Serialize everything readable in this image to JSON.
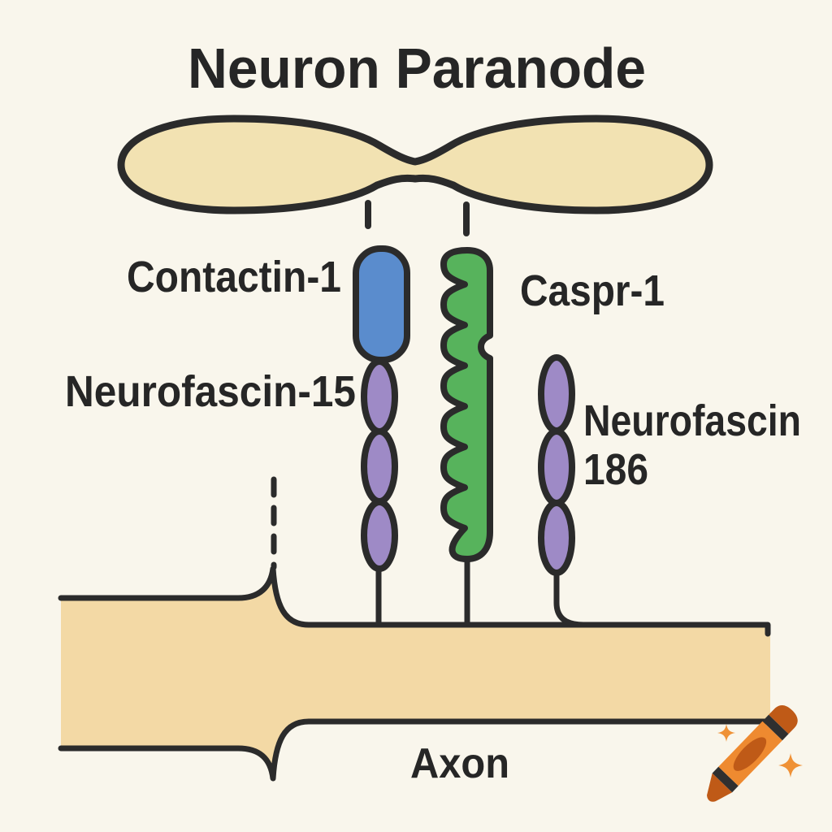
{
  "title": "Neuron Paranode",
  "labels": {
    "contactin1": "Contactin-1",
    "neurofascin155": "Neurofascin-15",
    "caspr1": "Caspr-1",
    "neurofascin186_line1": "Neurofascin",
    "neurofascin186_line2": "186",
    "axon": "Axon"
  },
  "colors": {
    "background": "#f9f6ec",
    "outline": "#2b2b2b",
    "text": "#262626",
    "myelin_fill": "#f2e2b2",
    "axon_fill": "#f3d9a5",
    "contactin_fill": "#5a8ccd",
    "caspr_fill": "#57b35c",
    "neurofascin_fill": "#9e8ac6",
    "crayon_orange": "#ee8a30",
    "crayon_dark": "#bf5a17",
    "crayon_stripe": "#2f2f2f",
    "sparkle": "#ef9136"
  }
}
